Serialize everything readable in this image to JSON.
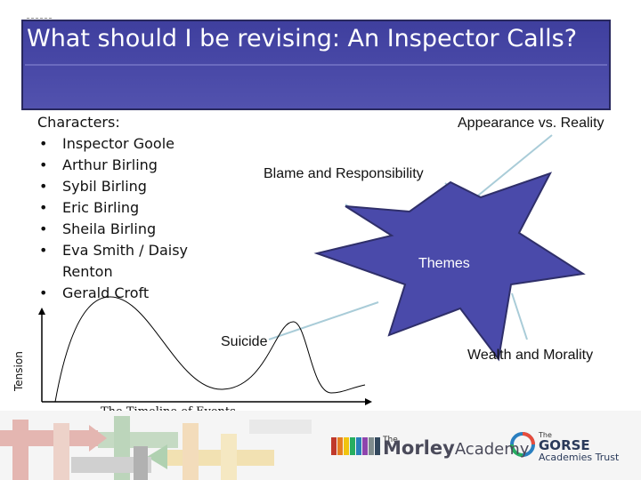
{
  "title": "What should I be revising: An Inspector Calls?",
  "characters": {
    "heading": "Characters:",
    "items": [
      "Inspector Goole",
      "Arthur Birling",
      "Sybil Birling",
      "Eric Birling",
      "Sheila Birling",
      "Eva Smith / Daisy Renton",
      "Gerald Croft"
    ]
  },
  "themes": {
    "center": "Themes",
    "appearance": "Appearance vs. Reality",
    "blame": "Blame and Responsibility",
    "suicide": "Suicide",
    "wealth": "Wealth and Morality"
  },
  "graph": {
    "ylabel": "Tension",
    "xlabel": "The Timeline of Events"
  },
  "footer": {
    "morley": {
      "small": "The",
      "name_bold": "Morley",
      "name_light": "Academy"
    },
    "gorse": {
      "small": "The",
      "name": "GORSE",
      "sub": "Academies Trust"
    }
  },
  "colors": {
    "title_bg": "#4646a4",
    "star_fill": "#4a4aaa",
    "connector": "#a9ccd8"
  }
}
